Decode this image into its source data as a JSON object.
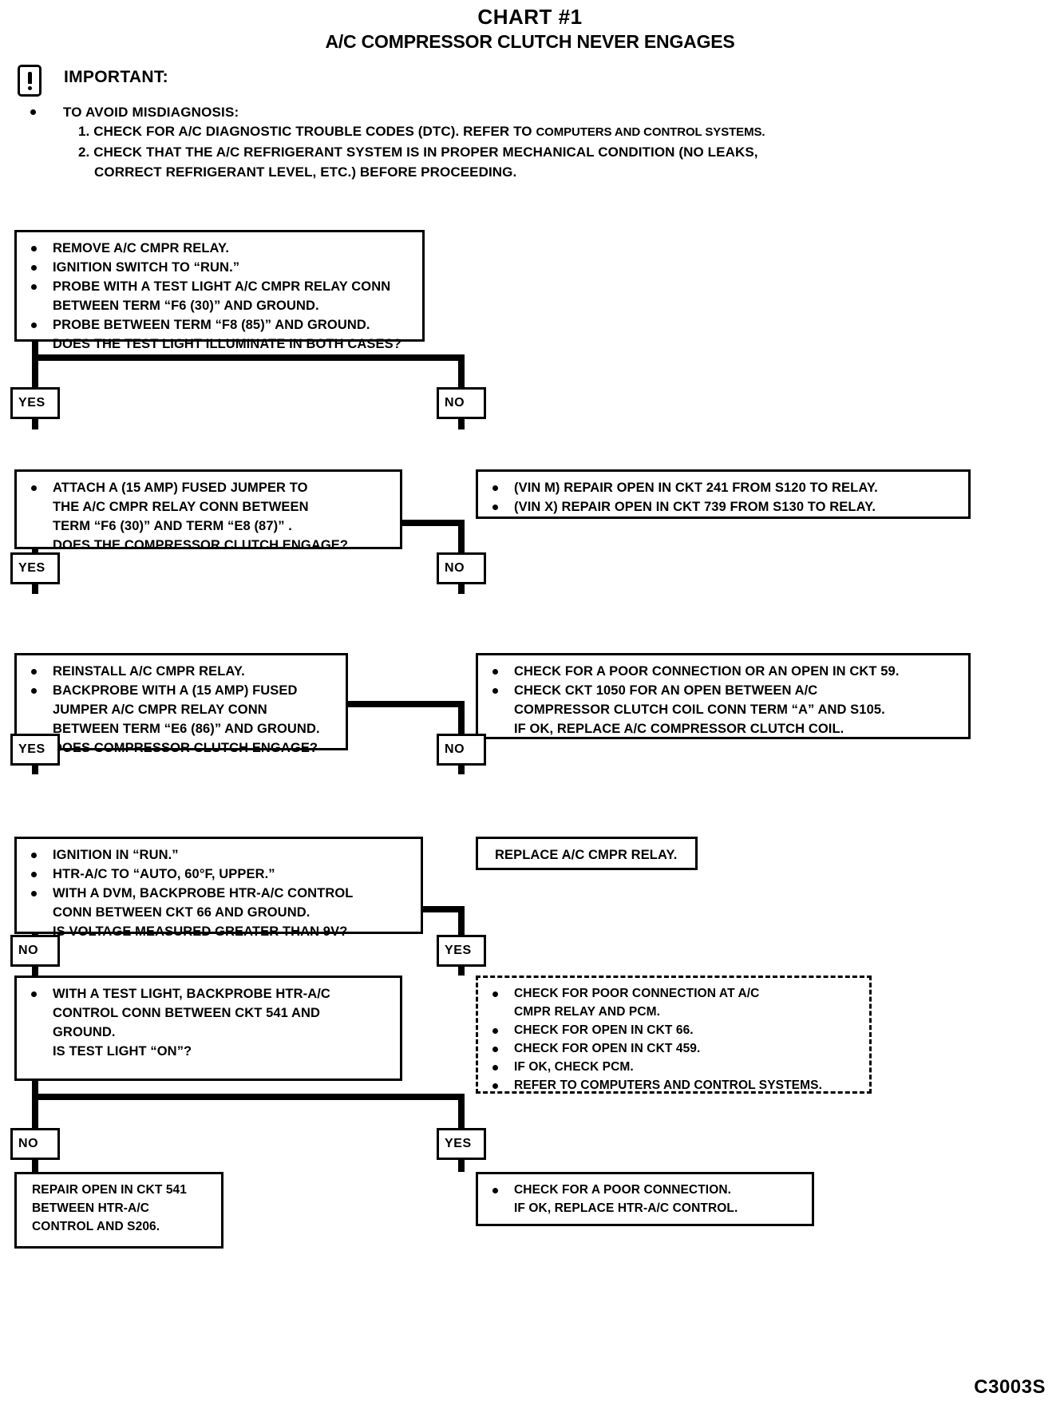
{
  "header": {
    "chart_number": "CHART #1",
    "chart_title": "A/C COMPRESSOR CLUTCH NEVER ENGAGES"
  },
  "important": {
    "icon": "exclamation-box-icon",
    "label": "IMPORTANT:",
    "bullet": "TO AVOID MISDIAGNOSIS:",
    "item1_main": "1. CHECK FOR A/C DIAGNOSTIC TROUBLE CODES (DTC).  REFER TO ",
    "item1_ref": "COMPUTERS AND CONTROL SYSTEMS.",
    "item2_line1": "2. CHECK THAT THE A/C REFRIGERANT SYSTEM IS IN PROPER MECHANICAL CONDITION (NO LEAKS,",
    "item2_line2": "CORRECT REFRIGERANT LEVEL, ETC.) BEFORE PROCEEDING."
  },
  "labels": {
    "yes": "YES",
    "no": "NO"
  },
  "steps": {
    "step1": {
      "name": "initial-relay-probe-test",
      "lines": [
        {
          "bullet": true,
          "text": "REMOVE A/C CMPR RELAY."
        },
        {
          "bullet": true,
          "text": "IGNITION SWITCH TO “RUN.”"
        },
        {
          "bullet": true,
          "text": "PROBE WITH A TEST LIGHT A/C CMPR RELAY CONN"
        },
        {
          "bullet": false,
          "text": "BETWEEN TERM “F6 (30)” AND GROUND."
        },
        {
          "bullet": true,
          "text": "PROBE BETWEEN TERM “F8 (85)” AND GROUND."
        },
        {
          "bullet": false,
          "text": "DOES THE TEST LIGHT ILLUMINATE IN BOTH CASES?"
        }
      ]
    },
    "step1_no": {
      "name": "repair-open-ckt-241-739",
      "lines": [
        {
          "bullet": true,
          "text": "(VIN M)  REPAIR OPEN IN CKT 241 FROM S120 TO RELAY."
        },
        {
          "bullet": true,
          "text": "(VIN X)  REPAIR OPEN IN CKT 739 FROM S130 TO RELAY."
        }
      ]
    },
    "step2": {
      "name": "fused-jumper-clutch-engage-test",
      "lines": [
        {
          "bullet": true,
          "text": "ATTACH A (15 AMP) FUSED JUMPER TO"
        },
        {
          "bullet": false,
          "text": "THE A/C CMPR RELAY CONN BETWEEN"
        },
        {
          "bullet": false,
          "text": "TERM “F6 (30)” AND TERM “E8 (87)” ."
        },
        {
          "bullet": false,
          "text": "DOES THE COMPRESSOR CLUTCH ENGAGE?"
        }
      ]
    },
    "step2_no": {
      "name": "check-ckt-59-and-1050",
      "lines": [
        {
          "bullet": true,
          "text": "CHECK FOR A POOR CONNECTION OR AN OPEN IN CKT 59."
        },
        {
          "bullet": true,
          "text": "CHECK CKT 1050 FOR AN OPEN BETWEEN A/C"
        },
        {
          "bullet": false,
          "text": "COMPRESSOR CLUTCH COIL CONN TERM “A” AND S105."
        },
        {
          "bullet": false,
          "text": "IF OK, REPLACE A/C COMPRESSOR CLUTCH COIL."
        }
      ]
    },
    "step3": {
      "name": "backprobe-term-e6-86-test",
      "lines": [
        {
          "bullet": true,
          "text": "REINSTALL A/C CMPR RELAY."
        },
        {
          "bullet": true,
          "text": "BACKPROBE WITH A (15 AMP) FUSED"
        },
        {
          "bullet": false,
          "text": "JUMPER A/C CMPR RELAY CONN"
        },
        {
          "bullet": false,
          "text": "BETWEEN TERM “E6 (86)” AND GROUND."
        },
        {
          "bullet": false,
          "text": "DOES COMPRESSOR CLUTCH ENGAGE?"
        }
      ]
    },
    "step3_no": {
      "name": "replace-ac-cmpr-relay",
      "lines": [
        {
          "bullet": false,
          "text": "REPLACE A/C CMPR RELAY."
        }
      ]
    },
    "step4": {
      "name": "dvm-ckt-66-voltage-test",
      "lines": [
        {
          "bullet": true,
          "text": "IGNITION IN “RUN.”"
        },
        {
          "bullet": true,
          "text": "HTR-A/C TO “AUTO, 60°F, UPPER.”"
        },
        {
          "bullet": true,
          "text": "WITH A DVM, BACKPROBE HTR-A/C CONTROL"
        },
        {
          "bullet": false,
          "text": "CONN BETWEEN CKT 66 AND GROUND."
        },
        {
          "bullet": false,
          "text": "IS VOLTAGE MEASURED GREATER THAN 9V?"
        }
      ]
    },
    "step4_yes": {
      "name": "check-connections-pcm-dashed",
      "lines": [
        {
          "bullet": true,
          "text": "CHECK FOR POOR CONNECTION AT A/C"
        },
        {
          "bullet": false,
          "text": "CMPR RELAY AND PCM."
        },
        {
          "bullet": true,
          "text": "CHECK FOR OPEN IN CKT 66."
        },
        {
          "bullet": true,
          "text": "CHECK FOR OPEN IN CKT 459."
        },
        {
          "bullet": true,
          "text": "IF OK, CHECK PCM."
        },
        {
          "bullet": true,
          "text": "REFER TO  COMPUTERS AND CONTROL SYSTEMS."
        }
      ]
    },
    "step5": {
      "name": "test-light-ckt-541-test",
      "lines": [
        {
          "bullet": true,
          "text": "WITH A TEST LIGHT, BACKPROBE HTR-A/C"
        },
        {
          "bullet": false,
          "text": "CONTROL CONN BETWEEN CKT 541 AND"
        },
        {
          "bullet": false,
          "text": "GROUND."
        },
        {
          "bullet": false,
          "text": "IS TEST LIGHT “ON”?"
        }
      ]
    },
    "step5_no": {
      "name": "repair-open-ckt-541",
      "lines": [
        {
          "bullet": false,
          "text": "REPAIR OPEN IN CKT 541"
        },
        {
          "bullet": false,
          "text": "BETWEEN HTR-A/C"
        },
        {
          "bullet": false,
          "text": "CONTROL AND S206."
        }
      ]
    },
    "step5_yes": {
      "name": "check-poor-connection-replace-control",
      "lines": [
        {
          "bullet": true,
          "text": "CHECK FOR A POOR CONNECTION."
        },
        {
          "bullet": false,
          "text": "IF OK, REPLACE HTR-A/C CONTROL."
        }
      ]
    }
  },
  "footer": {
    "code": "C3003S"
  }
}
